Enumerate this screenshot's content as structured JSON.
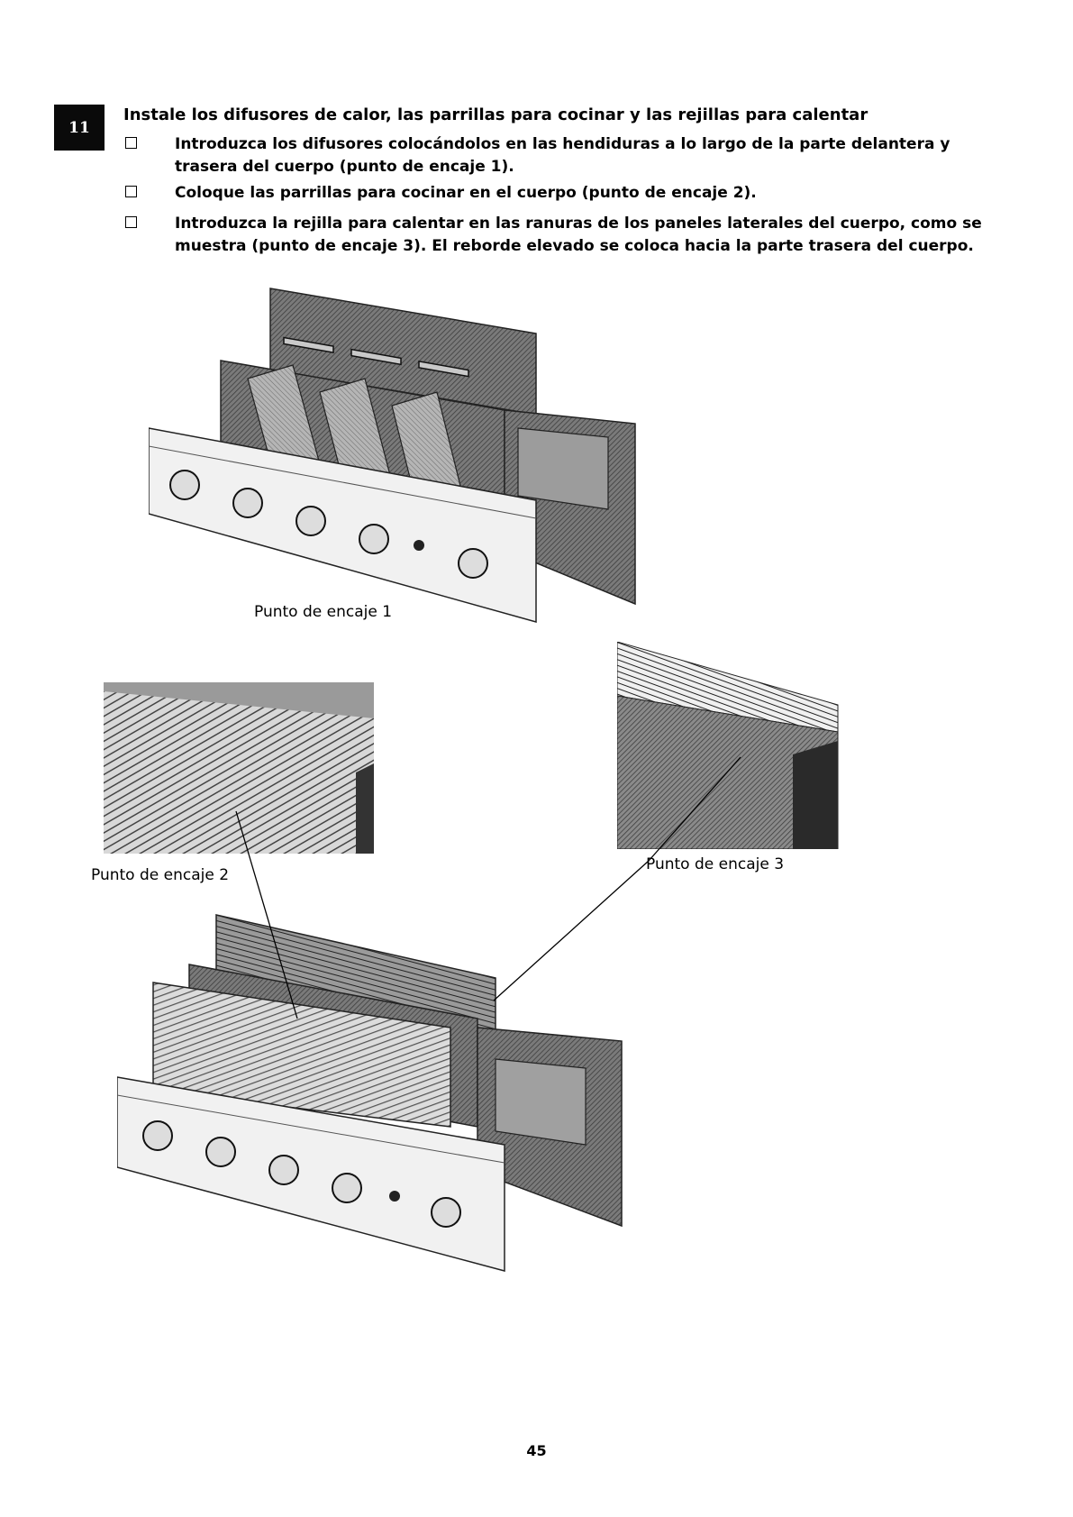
{
  "step": {
    "number": "11"
  },
  "heading": "Instale los difusores de calor, las parrillas para cocinar y las rejillas para calentar",
  "items": [
    {
      "text": "Introduzca los difusores colocándolos en las hendiduras a lo largo de la parte delantera y trasera del cuerpo (punto de encaje 1)."
    },
    {
      "text": "Coloque las parrillas para cocinar en el cuerpo (punto de encaje 2)."
    },
    {
      "text": "Introduzca la rejilla para calentar en las ranuras de los paneles laterales del cuerpo, como se muestra (punto de encaje 3). El reborde elevado se coloca hacia la parte trasera del cuerpo."
    }
  ],
  "figures": {
    "fig1": {
      "label": "Punto de encaje 1"
    },
    "fig2": {
      "label": "Punto de encaje 2"
    },
    "fig3": {
      "label": "Punto de encaje 3"
    }
  },
  "page_number": "45"
}
